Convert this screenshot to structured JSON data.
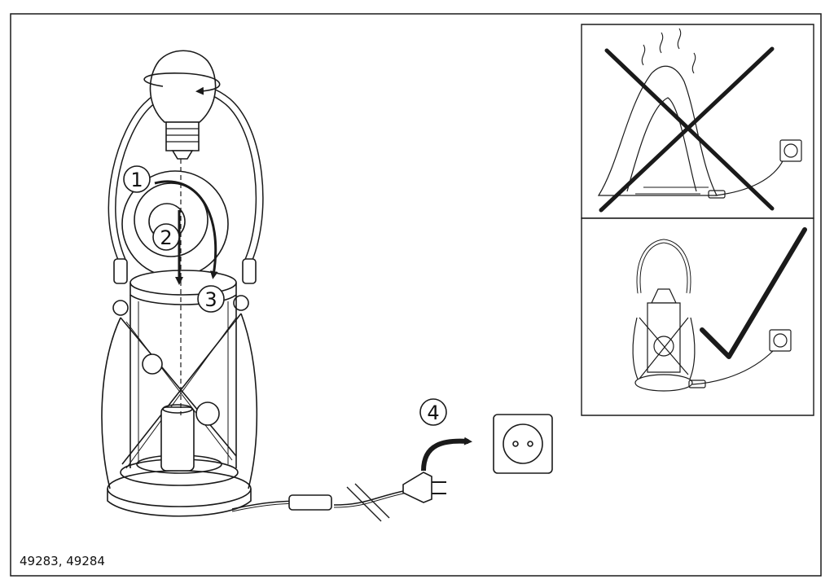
{
  "document": {
    "product_code": "49283, 49284"
  },
  "steps": [
    {
      "number": "1"
    },
    {
      "number": "2"
    },
    {
      "number": "3"
    },
    {
      "number": "4"
    }
  ],
  "panels": {
    "warning": {
      "symbol": "cross-icon",
      "meaning": "do-not-cover"
    },
    "correct": {
      "symbol": "checkmark-icon",
      "meaning": "correct-usage"
    }
  },
  "colors": {
    "line": "#1a1a1a",
    "background": "#ffffff"
  }
}
